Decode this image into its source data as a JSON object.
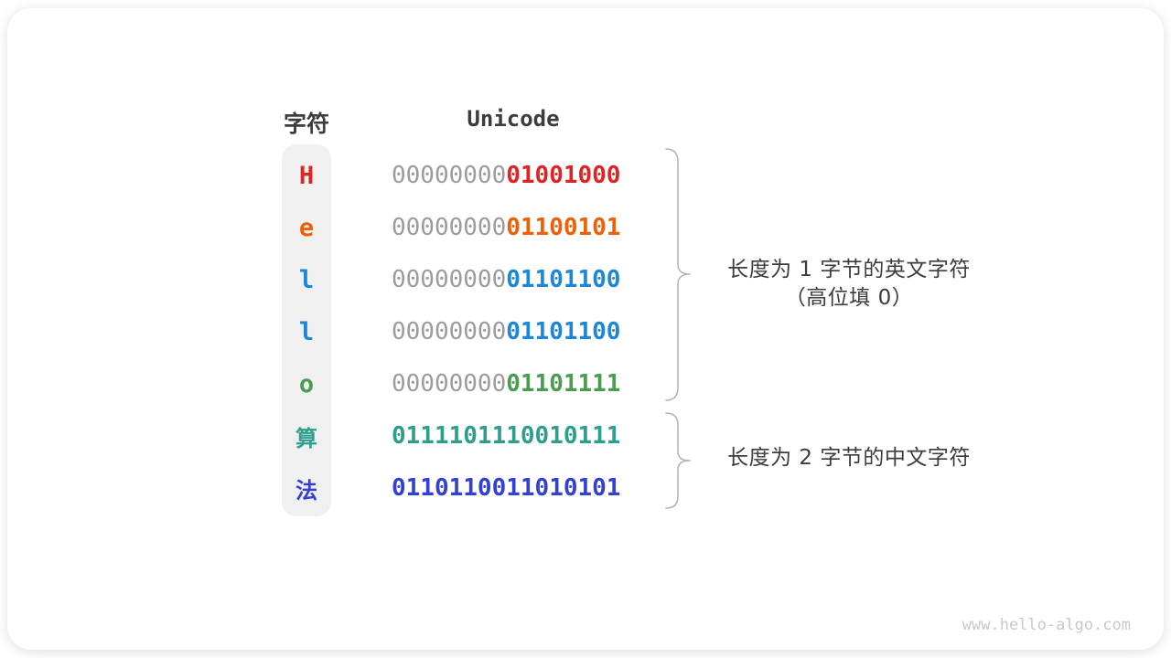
{
  "header": {
    "char_col": "字符",
    "unicode_col": "Unicode"
  },
  "colors": {
    "text": "#3c3c3c",
    "gray_byte": "#9c9c9c",
    "pill_bg": "#f0f0f0",
    "brace": "#b5b5b5",
    "watermark": "#c9c9c9",
    "red": "#e02424",
    "orange": "#ec600a",
    "blue": "#1c87d9",
    "green": "#4a9c50",
    "teal": "#2f9e8e",
    "indigo": "#3240d4"
  },
  "rows": [
    {
      "char": "H",
      "color": "#e02424",
      "byte1": "00000000",
      "byte1_gray": true,
      "byte2": "01001000"
    },
    {
      "char": "e",
      "color": "#ec600a",
      "byte1": "00000000",
      "byte1_gray": true,
      "byte2": "01100101"
    },
    {
      "char": "l",
      "color": "#1c87d9",
      "byte1": "00000000",
      "byte1_gray": true,
      "byte2": "01101100"
    },
    {
      "char": "l",
      "color": "#1c87d9",
      "byte1": "00000000",
      "byte1_gray": true,
      "byte2": "01101100"
    },
    {
      "char": "o",
      "color": "#4a9c50",
      "byte1": "00000000",
      "byte1_gray": true,
      "byte2": "01101111"
    },
    {
      "char": "算",
      "color": "#2f9e8e",
      "byte1": "01111011",
      "byte1_gray": false,
      "byte2": "10010111"
    },
    {
      "char": "法",
      "color": "#3240d4",
      "byte1": "01101100",
      "byte1_gray": false,
      "byte2": "11010101"
    }
  ],
  "annotations": [
    {
      "lines": [
        "长度为 1 字节的英文字符",
        "（高位填 0）"
      ]
    },
    {
      "lines": [
        "长度为 2 字节的中文字符"
      ]
    }
  ],
  "watermark": "www.hello-algo.com"
}
